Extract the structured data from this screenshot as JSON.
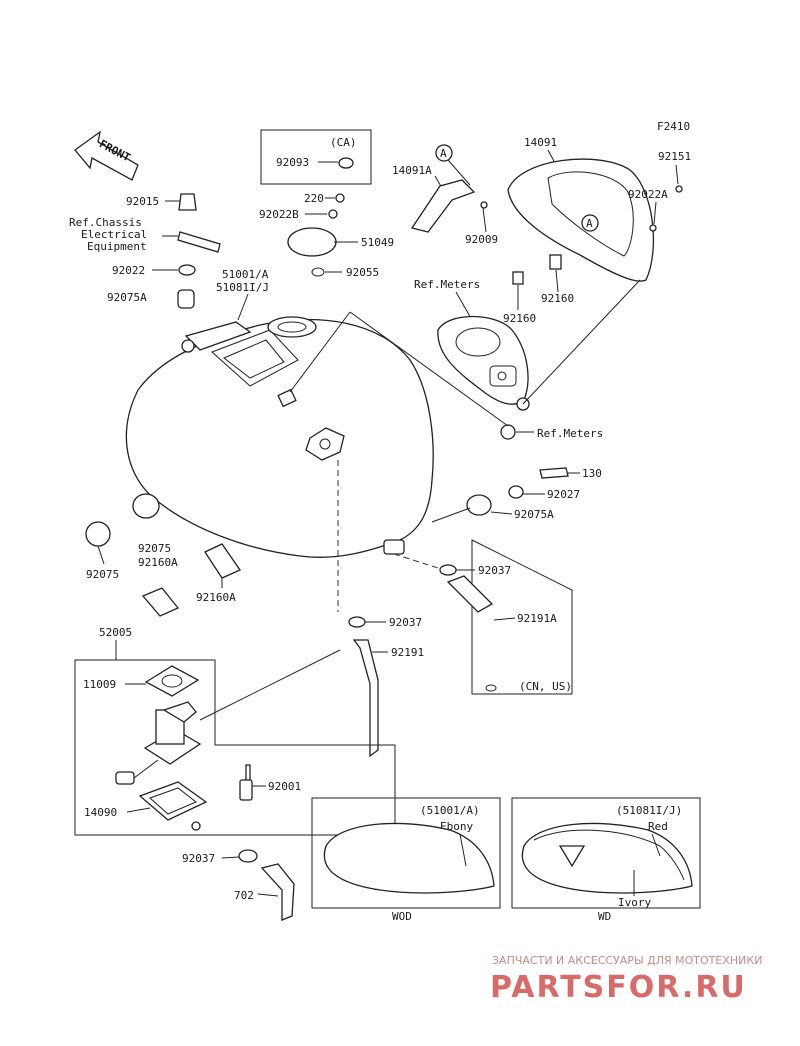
{
  "figure_code": "F2410",
  "front_arrow": "FRONT",
  "callout_letter": "A",
  "labels": {
    "ca": "(CA)",
    "p92093": "92093",
    "p220": "220",
    "p92022B": "92022B",
    "p14091A": "14091A",
    "p14091": "14091",
    "p92151": "92151",
    "p92022A": "92022A",
    "p92009": "92009",
    "p92015": "92015",
    "ref_chassis_1": "Ref.Chassis",
    "ref_chassis_2": "Electrical",
    "ref_chassis_3": "Equipment",
    "p92022": "92022",
    "p51049": "51049",
    "p51001A": "51001/A",
    "p51081IJ": "51081I/J",
    "p92055": "92055",
    "ref_meters_top": "Ref.Meters",
    "p92160_left": "92160",
    "p92160_right": "92160",
    "p92075A_top": "92075A",
    "ref_meters_bottom": "Ref.Meters",
    "p130": "130",
    "p92027": "92027",
    "p92075A_right": "92075A",
    "p92075_left": "92075",
    "p92075_mid": "92075",
    "p92160A_1": "92160A",
    "p92160A_2": "92160A",
    "p92037_right": "92037",
    "p92191A": "92191A",
    "cn_us": "(CN, US)",
    "p52005": "52005",
    "p92037_mid": "92037",
    "p92191": "92191",
    "p11009": "11009",
    "p92001": "92001",
    "p14090": "14090",
    "p92037_bottom": "92037",
    "p702": "702",
    "tank_a_code": "(51001/A)",
    "tank_a_color": "Ebony",
    "tank_a_caption": "WOD",
    "tank_b_code": "(51081I/J)",
    "tank_b_color_top": "Red",
    "tank_b_color_bottom": "Ivory",
    "tank_b_caption": "WD"
  },
  "watermark": {
    "tagline": "ЗАПЧАСТИ И АКСЕССУАРЫ ДЛЯ МОТОТЕХНИКИ",
    "brand": "PARTSFOR.RU"
  },
  "colors": {
    "line": "#222222",
    "watermark_text": "#d96a6a"
  }
}
